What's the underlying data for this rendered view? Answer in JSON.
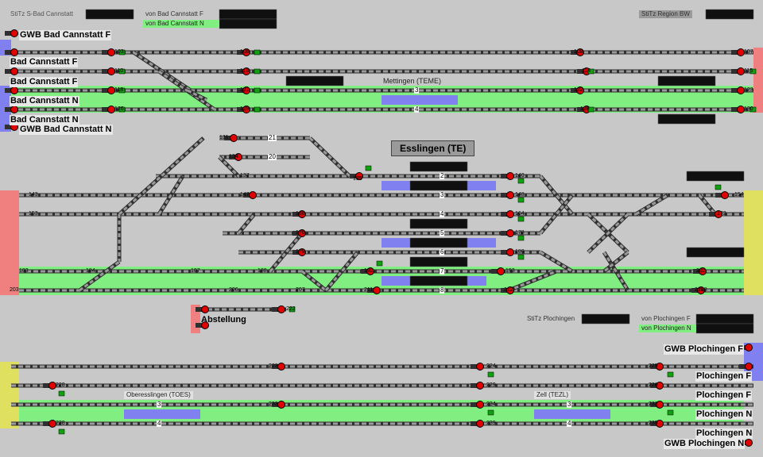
{
  "colors": {
    "background": "#c8c8c8",
    "track_dark": "#303030",
    "track_light": "#9a9a9a",
    "occupied_green": "#80ee80",
    "platform_blue": "#8080f0",
    "signal_red": "#e00000",
    "signal_green": "#10a010",
    "block_black": "#101010",
    "zone_red": "#f08080",
    "zone_yellow": "#e0e060",
    "zone_blue": "#8080f0"
  },
  "header": {
    "top_left_label": "StiTz S-Bad Cannstatt",
    "from_f_label": "von Bad Cannstatt F",
    "from_n_label": "von Bad Cannstatt N",
    "region_label": "StiTz Region BW"
  },
  "stations": {
    "left": [
      "GWB Bad Cannstatt F",
      "Bad Cannstatt F",
      "Bad Cannstatt F",
      "Bad Cannstatt N",
      "Bad Cannstatt N",
      "GWB Bad Cannstatt N"
    ],
    "right": [
      "GWB Plochingen F",
      "Plochingen F",
      "Plochingen F",
      "Plochingen N",
      "Plochingen N",
      "GWB Plochingen N"
    ],
    "mettingen": "Mettingen (TEME)",
    "esslingen": "Esslingen (TE)",
    "abstellung": "Abstellung",
    "oberesslingen": "Oberesslingen (TOES)",
    "zell": "Zell (TEZL)"
  },
  "plochingen": {
    "stitz_label": "StiTz Plochingen",
    "from_f_label": "von Plochingen F",
    "from_n_label": "von Plochingen N"
  },
  "track_numbers": {
    "top": [
      "3",
      "4"
    ],
    "esslingen": [
      "21",
      "20",
      "2",
      "3",
      "4",
      "5",
      "6",
      "7",
      "8"
    ],
    "bottom_left": [
      "3",
      "4"
    ],
    "bottom_right": [
      "3",
      "4"
    ]
  },
  "signal_numbers": [
    "103",
    "110",
    "118",
    "126",
    "106",
    "113",
    "121",
    "129",
    "108",
    "114",
    "122",
    "128",
    "107",
    "115",
    "123",
    "130",
    "131",
    "134",
    "137",
    "147",
    "168",
    "176",
    "179",
    "192",
    "211",
    "135",
    "140",
    "148",
    "164",
    "178",
    "180",
    "193",
    "212",
    "143",
    "153",
    "154",
    "172",
    "183",
    "184",
    "187",
    "188",
    "202",
    "203",
    "206",
    "207",
    "216",
    "218",
    "222",
    "223",
    "224",
    "228",
    "229",
    "233",
    "234",
    "238",
    "239",
    "225",
    "226",
    "232",
    "235",
    "240"
  ]
}
